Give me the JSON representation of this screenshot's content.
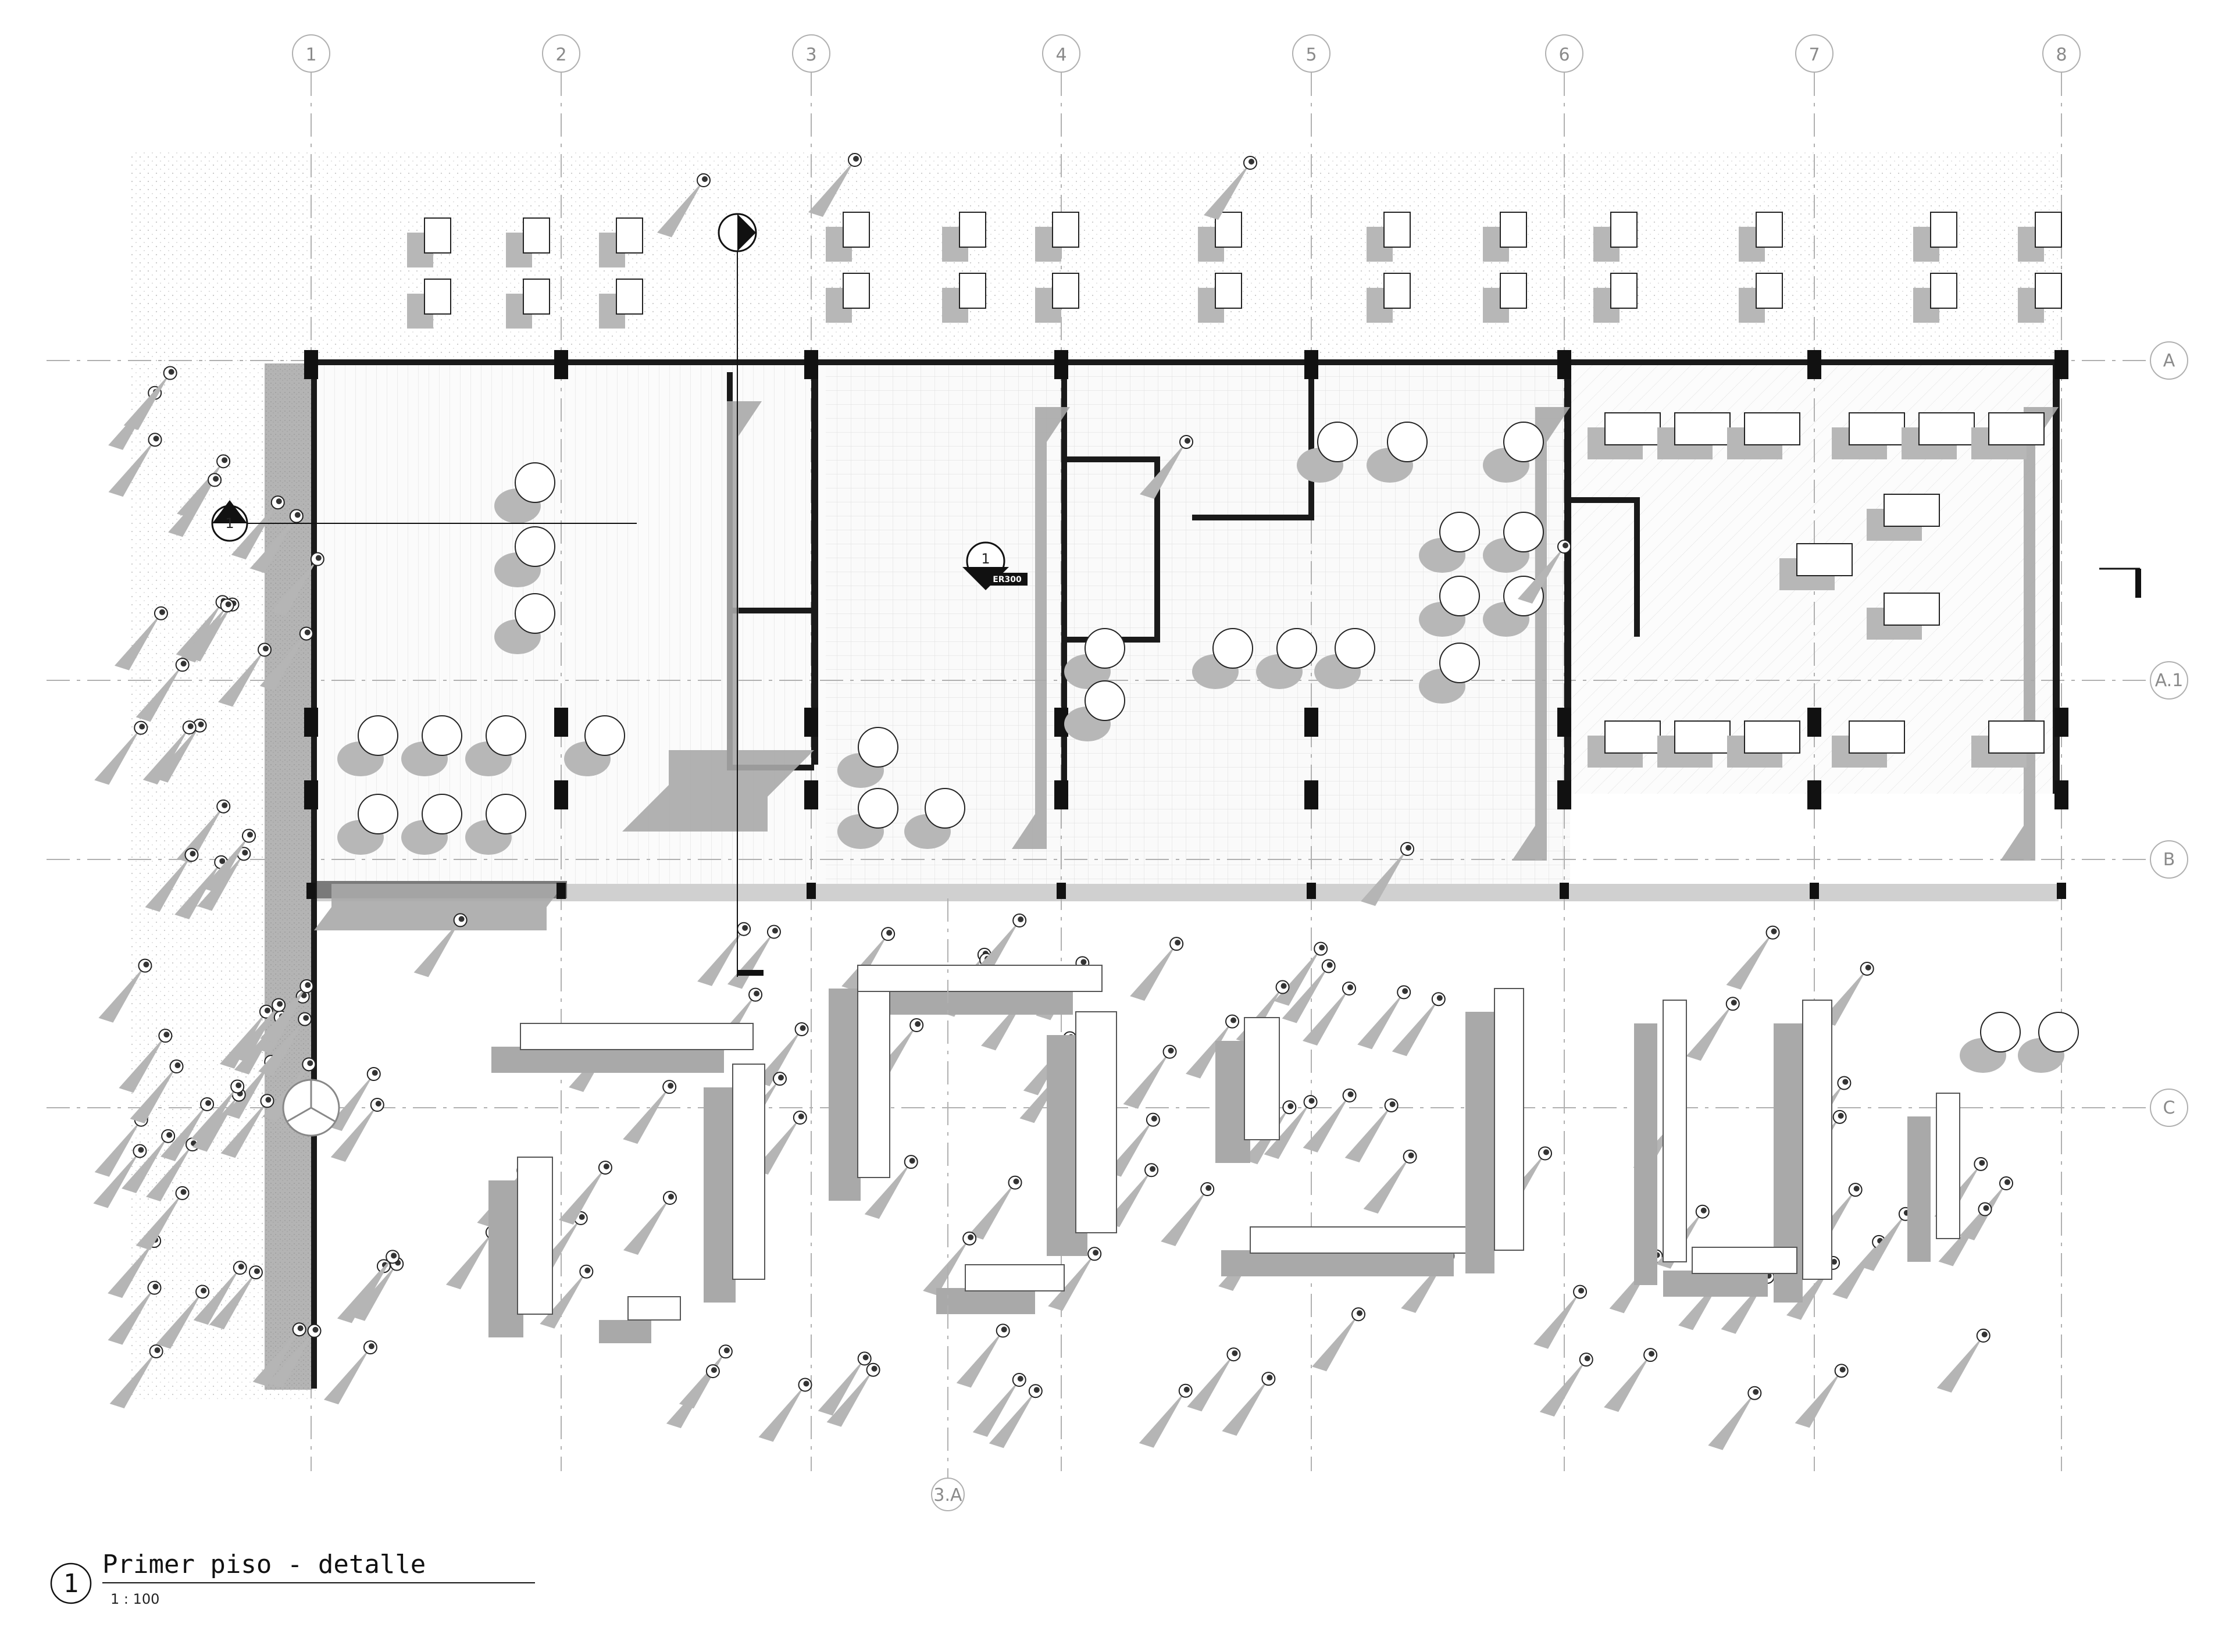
{
  "drawing": {
    "view_number": "1",
    "title": "Primer piso - detalle",
    "scale": "1 : 100"
  },
  "grid": {
    "columns": [
      "1",
      "2",
      "3",
      "4",
      "5",
      "6",
      "7",
      "8"
    ],
    "sub_column": "3.A",
    "rows": [
      "A",
      "A.1",
      "B",
      "C"
    ]
  },
  "callouts": {
    "section_left": "1",
    "elevation_center": "1",
    "elevation_ref": "ER300"
  },
  "colors": {
    "wall": "#1a1a1a",
    "shadow": "#a9a9a9",
    "grid_line": "#b0b0b0",
    "floor_hatch": "#d9d9d9",
    "paving": "#e6e6e6"
  },
  "icons": {
    "north_arrow": "north-arrow-icon",
    "section_marker": "section-marker-icon",
    "elevation_marker": "elevation-marker-icon"
  }
}
